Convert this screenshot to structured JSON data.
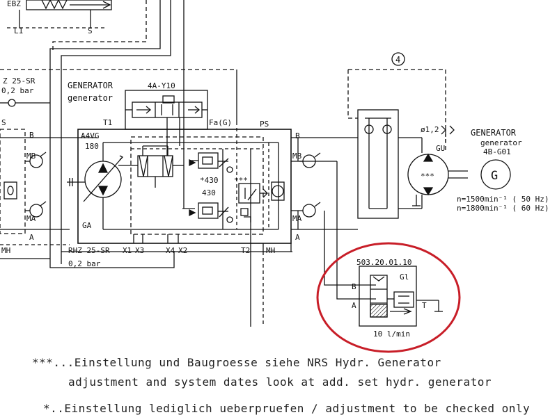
{
  "labels": {
    "top_ebz": "EBZ",
    "top_l1": "L1",
    "top_s": "S",
    "circle_number": "4",
    "rhz_left_1": "Z 25-SR",
    "rhz_left_2": "0,2 bar",
    "left_s": "S",
    "left_b": "B",
    "left_mb": "MB",
    "left_ma": "MA",
    "left_a": "A",
    "left_mh": "MH",
    "gen_title_de": "GENERATOR",
    "gen_title_en": "generator",
    "valve_tag": "4A-Y10",
    "t1": "T1",
    "a4vg": "A4VG",
    "size_180": "180",
    "fa_g": "Fa(G)",
    "ps": "PS",
    "port_b": "B",
    "mb": "MB",
    "ma": "MA",
    "port_a": "A",
    "ga": "GA",
    "set_430_star": "*430",
    "set_430": "430",
    "stars": "***",
    "rhz_bottom_1": "RHZ 25-SR",
    "rhz_bottom_2": "0,2 bar",
    "x1": "X1",
    "x3": "X3",
    "x4": "X4",
    "x2": "X2",
    "t2": "T2",
    "mh": "MH",
    "gu": "GU",
    "orifice": "ø1,2",
    "motor_stars": "***",
    "gen_right_de": "GENERATOR",
    "gen_right_en": "generator",
    "gen_right_tag": "4B-G01",
    "gen_symbol": "G",
    "speed_50": "n=1500min⁻¹ ( 50 Hz)",
    "speed_60": "n=1800min⁻¹ ( 60 Hz)",
    "part_number": "503.20.01.10",
    "gl": "Gl",
    "b_small": "B",
    "a_small": "A",
    "t_small": "T",
    "flow": "10 l/min"
  },
  "notes": {
    "line1": "***...Einstellung und Baugroesse siehe NRS Hydr. Generator",
    "line2": "adjustment and system dates look at add. set hydr. generator",
    "line3": "*..Einstellung lediglich ueberpruefen / adjustment to be checked only"
  },
  "colors": {
    "ink": "#111111",
    "highlight": "#c81e28",
    "background": "#ffffff"
  },
  "icons": [
    "hydraulic-pump-icon",
    "hydraulic-motor-icon",
    "generator-icon",
    "pressure-gauge-icon",
    "relief-valve-icon",
    "check-valve-icon",
    "filter-icon",
    "tank-symbol-icon"
  ]
}
